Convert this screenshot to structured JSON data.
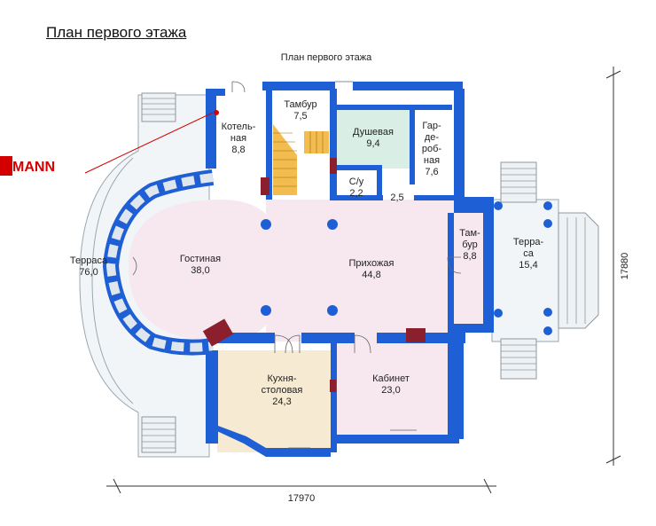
{
  "page_heading": "План первого этажа",
  "plan_title": "План первого этажа",
  "brand_fragment": "MANN",
  "colors": {
    "wall": "#1f5fd6",
    "terrace_fill": "#f2f5f7",
    "living_fill": "#f7e8ef",
    "shower_fill": "#d9efe6",
    "kitchen_fill": "#f6ead2",
    "office_fill": "#f7e8ef",
    "column": "#1f5fd6",
    "stove": "#8b1f2e",
    "stair": "#f0b030",
    "brand_red": "#d40000"
  },
  "dimensions": {
    "width": "17970",
    "height": "17880"
  },
  "rooms": {
    "terrace_left": {
      "name_line1": "Терраса",
      "area": "76,0"
    },
    "boiler": {
      "name_line1": "Котель-",
      "name_line2": "ная",
      "area": "8,8"
    },
    "vestibule_top": {
      "name_line1": "Тамбур",
      "area": "7,5"
    },
    "shower": {
      "name_line1": "Душевая",
      "area": "9,4"
    },
    "wardrobe": {
      "name_line1": "Гар-",
      "name_line2": "де-",
      "name_line3": "роб-",
      "name_line4": "ная",
      "area": "7,6"
    },
    "wc": {
      "name_line1": "С/у",
      "area": "2,2"
    },
    "closet": {
      "area": "2,5"
    },
    "living": {
      "name_line1": "Гостиная",
      "area": "38,0"
    },
    "hall": {
      "name_line1": "Прихожая",
      "area": "44,8"
    },
    "vestibule_right": {
      "name_line1": "Там-",
      "name_line2": "бур",
      "area": "8,8"
    },
    "terrace_right": {
      "name_line1": "Терра-",
      "name_line2": "са",
      "area": "15,4"
    },
    "kitchen": {
      "name_line1": "Кухня-",
      "name_line2": "столовая",
      "area": "24,3"
    },
    "office": {
      "name_line1": "Кабинет",
      "area": "23,0"
    }
  }
}
